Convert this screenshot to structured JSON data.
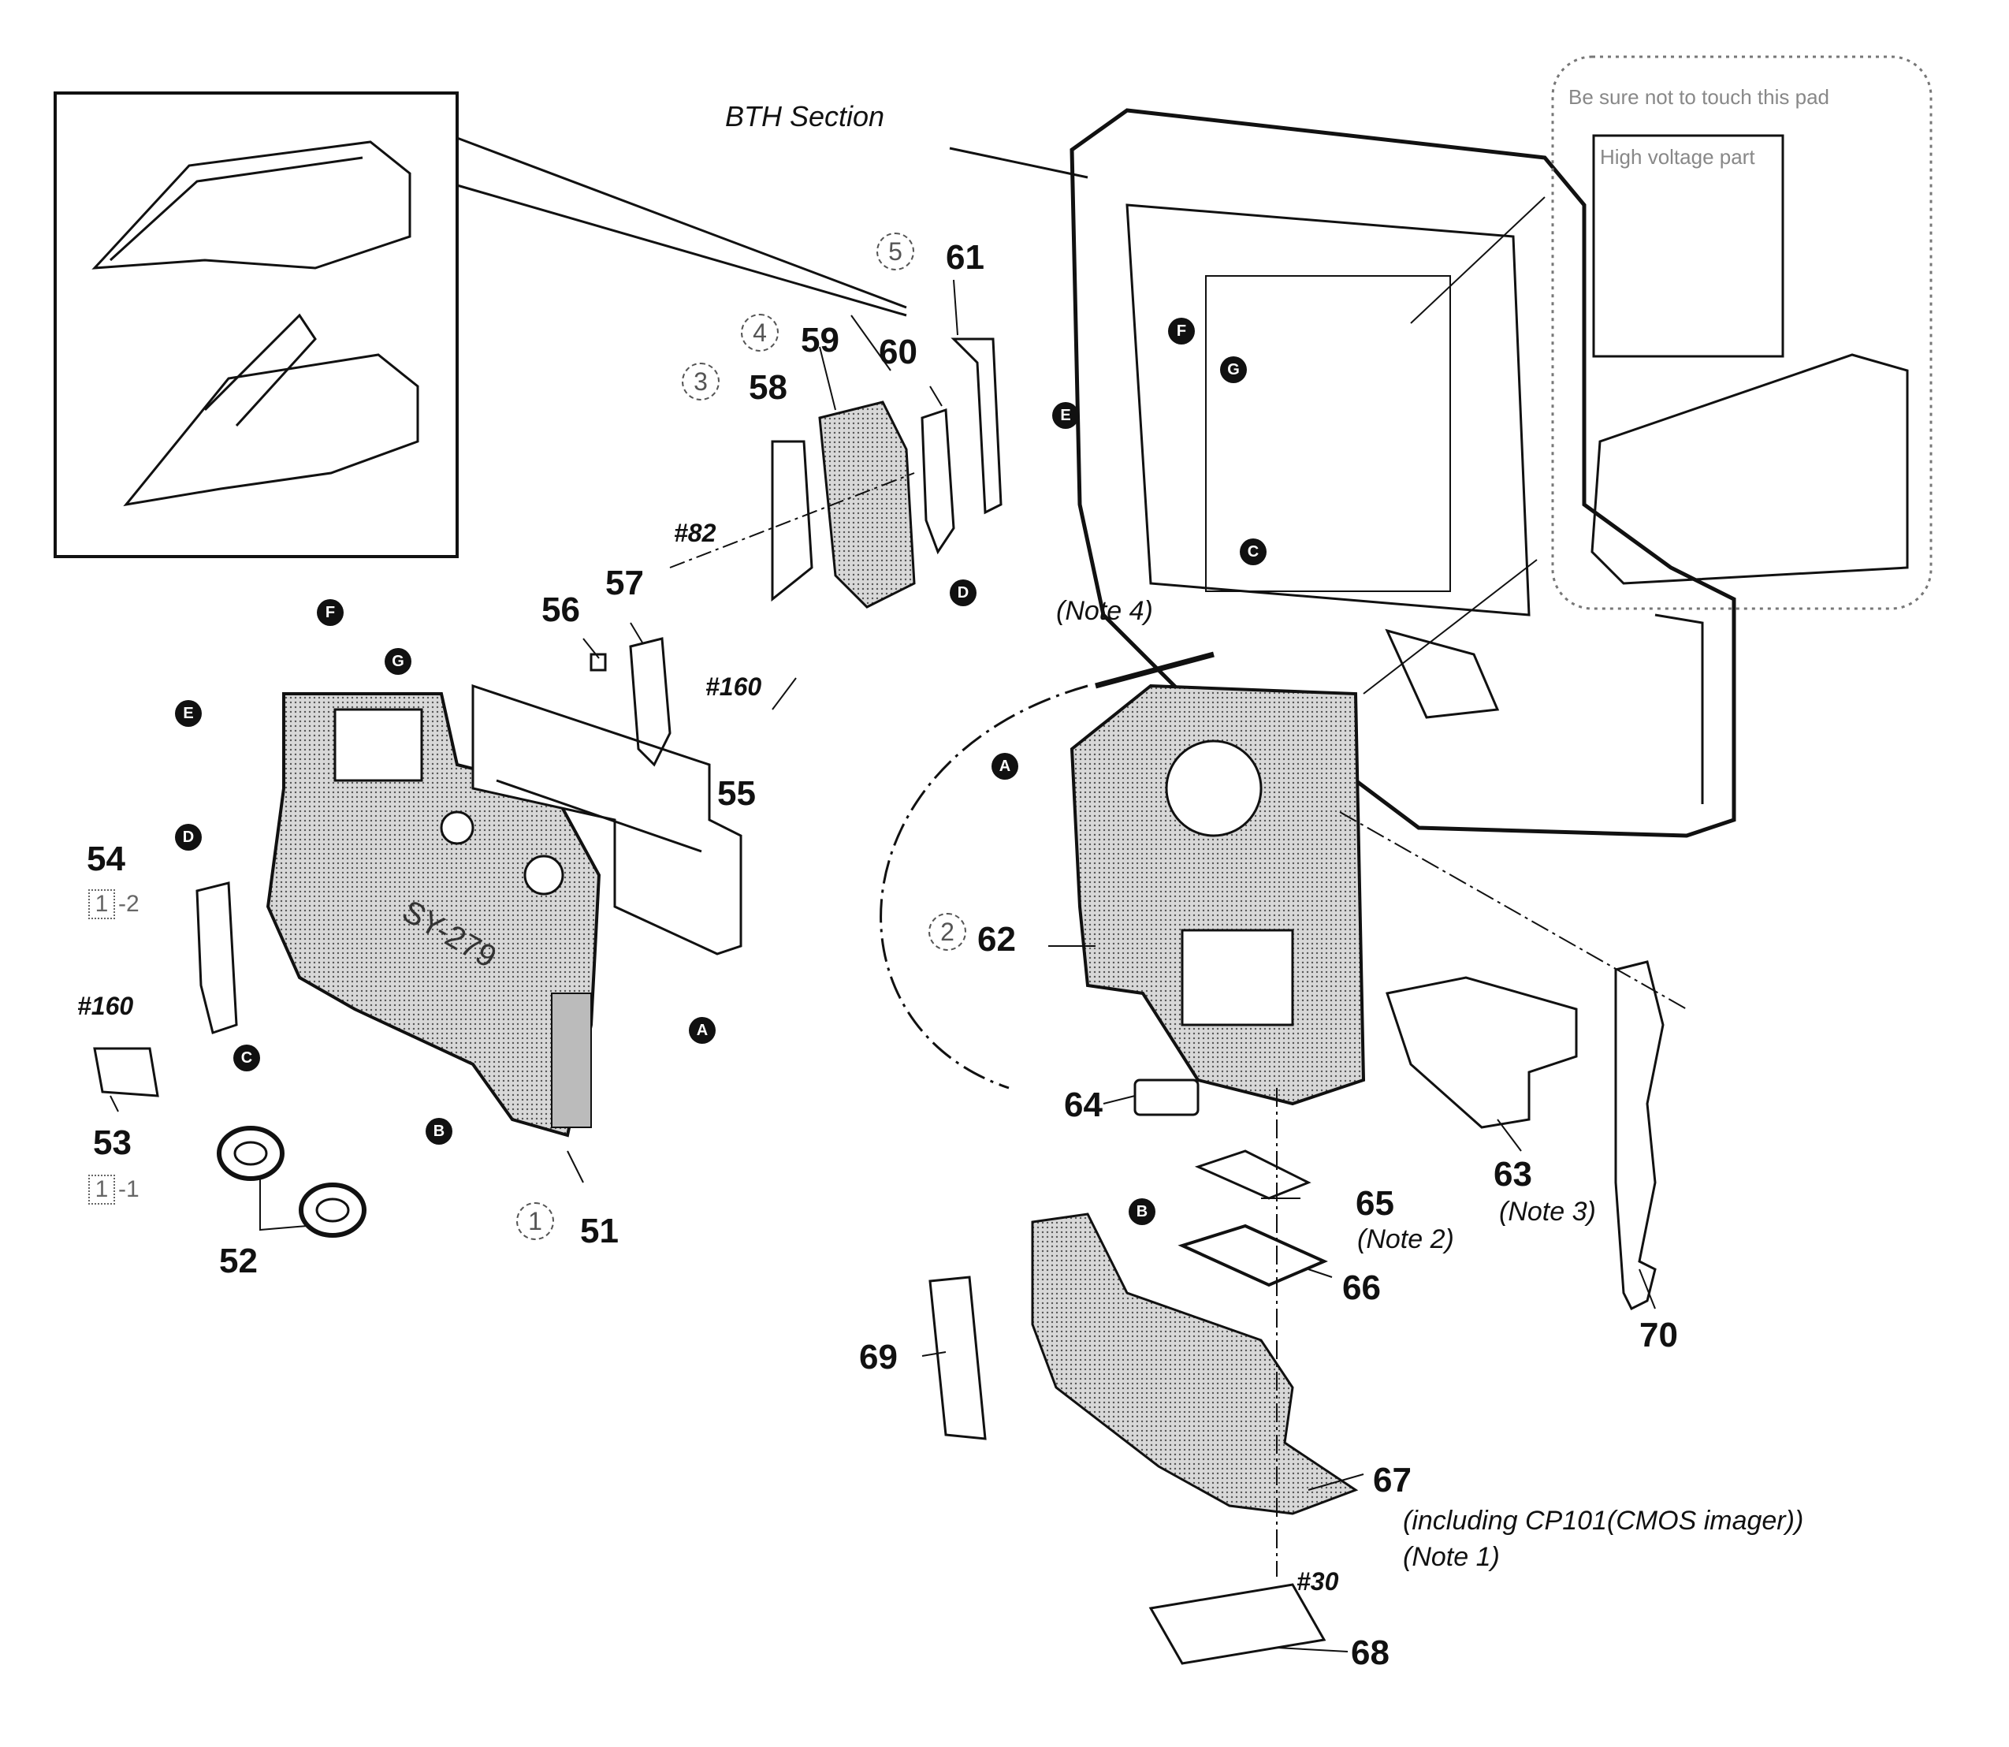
{
  "section_title": "BTH Section",
  "warning_pad": "Be sure not to touch this pad",
  "high_voltage": "High voltage part",
  "board_text": "SY-279",
  "parts": {
    "p51": "51",
    "p52": "52",
    "p53": "53",
    "p54": "54",
    "p55": "55",
    "p56": "56",
    "p57": "57",
    "p58": "58",
    "p59": "59",
    "p60": "60",
    "p61": "61",
    "p62": "62",
    "p63": "63",
    "p64": "64",
    "p65": "65",
    "p66": "66",
    "p67": "67",
    "p68": "68",
    "p69": "69",
    "p70": "70"
  },
  "screws": {
    "s82": "#82",
    "s160a": "#160",
    "s160b": "#160",
    "s30": "#30"
  },
  "notes": {
    "note1": "(Note 1)",
    "note2": "(Note 2)",
    "note3": "(Note 3)",
    "note4": "(Note 4)",
    "p67_desc": "(including CP101(CMOS imager))"
  },
  "steps": {
    "c1": "1",
    "c2": "2",
    "c3": "3",
    "c4": "4",
    "c5": "5"
  },
  "refs": {
    "r53": "1",
    "r53s": "-1",
    "r54": "1",
    "r54s": "-2"
  },
  "markers": [
    "A",
    "B",
    "C",
    "D",
    "E",
    "F",
    "G"
  ]
}
